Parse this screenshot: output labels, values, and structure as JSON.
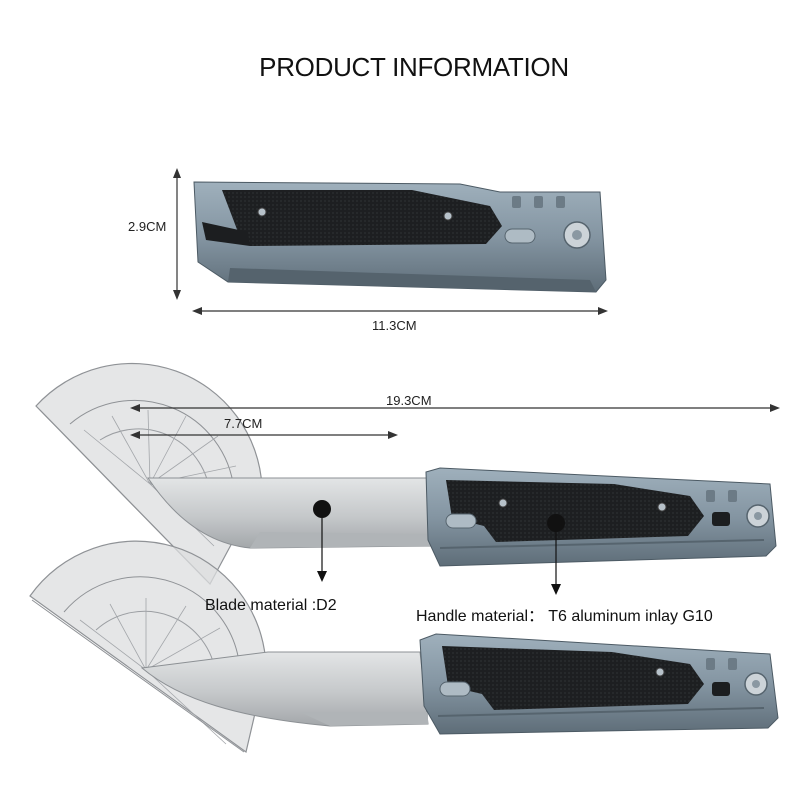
{
  "title": "PRODUCT INFORMATION",
  "dimensions": {
    "closed_height": "2.9CM",
    "closed_length": "11.3CM",
    "overall_length": "19.3CM",
    "blade_length": "7.7CM"
  },
  "callouts": {
    "blade_material": "Blade material :D2",
    "handle_material": "Handle material：  T6 aluminum inlay G10"
  },
  "colors": {
    "aluminum": "#8a9aa6",
    "aluminum_dark": "#5f6e79",
    "g10_inlay": "#1c1e20",
    "blade_steel": "#c9ccce",
    "protractor": "#d9dadb",
    "text": "#1c1c1c"
  }
}
